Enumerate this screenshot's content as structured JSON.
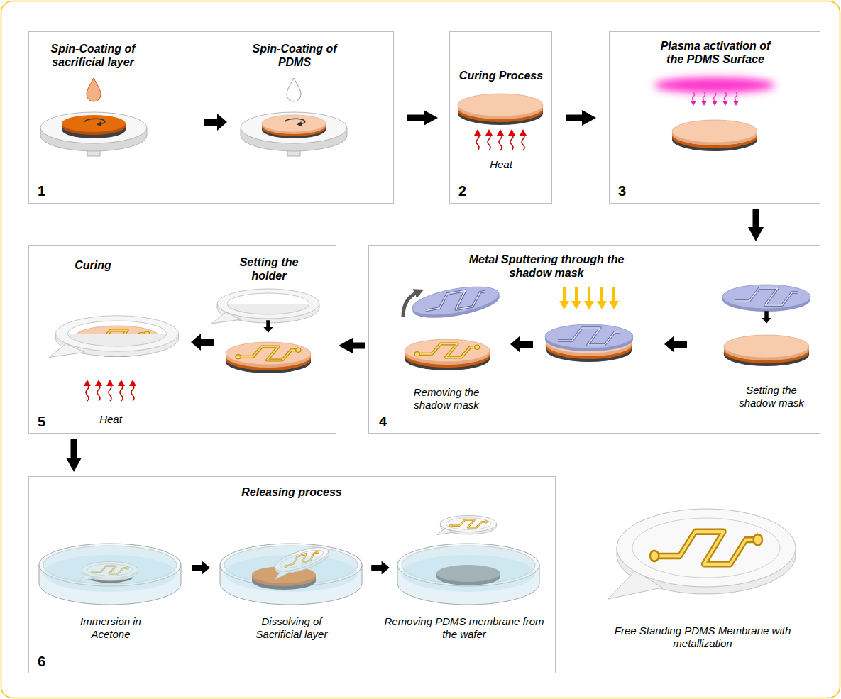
{
  "diagram": {
    "nodes": [
      {
        "text": [
          "Spin-Coating of sacrificial layer",
          "Spin-Coating of PDMS",
          "1"
        ]
      },
      {
        "text": [
          "Curing Process",
          "Heat",
          "2"
        ]
      },
      {
        "text": [
          "Plasma activation of the PDMS Surface",
          "3"
        ]
      },
      {
        "text": [
          "Metal Sputtering through the shadow mask",
          "Removing the shadow mask",
          "Setting the shadow mask",
          "4"
        ]
      },
      {
        "text": [
          "Curing",
          "Setting the holder",
          "Heat",
          "5"
        ]
      },
      {
        "text": [
          "Releasing process",
          "Immersion in Acetone",
          "Dissolving of Sacrificial layer",
          "Removing PDMS membrane from the wafer",
          "6"
        ]
      }
    ],
    "edges": [
      {
        "from": 0,
        "to": 1,
        "arrow": "to"
      },
      {
        "from": 1,
        "to": 2,
        "arrow": "to"
      },
      {
        "from": 2,
        "to": 3,
        "arrow": "to"
      },
      {
        "from": 3,
        "to": 4,
        "arrow": "to"
      },
      {
        "from": 4,
        "to": 5,
        "arrow": "to"
      }
    ],
    "labels": [
      "Free Standing PDMS Membrane with metallization"
    ]
  }
}
